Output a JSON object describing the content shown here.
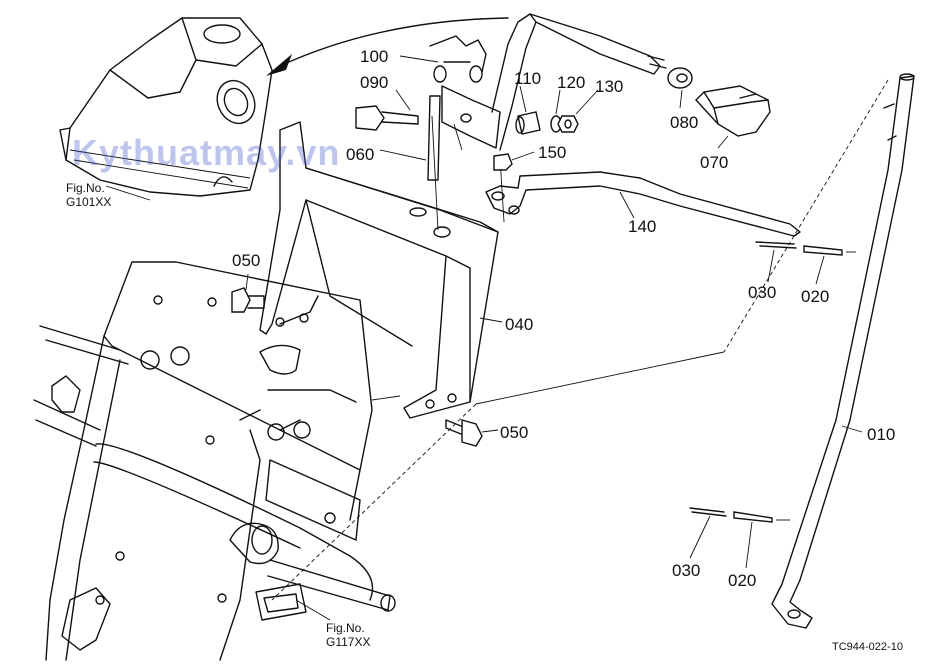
{
  "diagram": {
    "labels": {
      "p010": "010",
      "p020a": "020",
      "p020b": "020",
      "p030a": "030",
      "p030b": "030",
      "p040": "040",
      "p050a": "050",
      "p050b": "050",
      "p060": "060",
      "p070": "070",
      "p080": "080",
      "p090": "090",
      "p100": "100",
      "p110": "110",
      "p120": "120",
      "p130": "130",
      "p140": "140",
      "p150": "150"
    },
    "fig_refs": [
      {
        "line1": "Fig.No.",
        "line2": "G101XX"
      },
      {
        "line1": "Fig.No.",
        "line2": "G117XX"
      }
    ],
    "watermark": "Kythuatmay.vn",
    "drawing_code": "TC944-022-10"
  }
}
